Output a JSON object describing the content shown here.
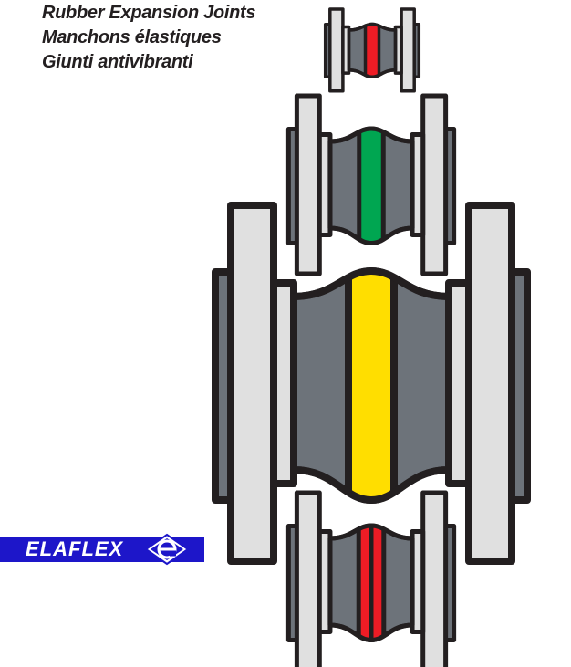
{
  "titles": [
    "Rubber Expansion Joints",
    "Manchons élastiques",
    "Giunti antivibranti"
  ],
  "logo": {
    "text": "ELAFLEX",
    "mark": "e"
  },
  "colors": {
    "outline": "#231f20",
    "flange": "#e0e0e0",
    "rubber": "#6d737a",
    "brand_blue": "#1d16c9",
    "red": "#ee1c25",
    "green": "#00a651",
    "yellow": "#ffde00"
  },
  "joints": [
    {
      "name": "small-joint-red",
      "stripes": [
        "red"
      ]
    },
    {
      "name": "medium-joint-green",
      "stripes": [
        "green"
      ]
    },
    {
      "name": "large-joint-yellow",
      "stripes": [
        "yellow"
      ]
    },
    {
      "name": "medium-joint-double-red",
      "stripes": [
        "red",
        "red"
      ]
    }
  ]
}
